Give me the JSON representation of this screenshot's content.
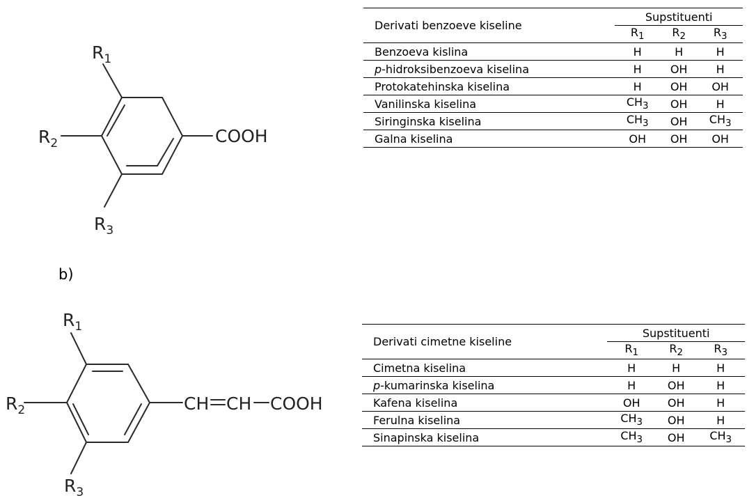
{
  "structure_a": {
    "r1": "R",
    "r1_sub": "1",
    "r2": "R",
    "r2_sub": "2",
    "r3": "R",
    "r3_sub": "3",
    "group": "COOH"
  },
  "structure_b": {
    "panel_label": "b)",
    "r1": "R",
    "r1_sub": "1",
    "r2": "R",
    "r2_sub": "2",
    "r3": "R",
    "r3_sub": "3",
    "group_ch1": "CH",
    "group_ch2": "CH",
    "group_acid": "COOH"
  },
  "table_a": {
    "header_name": "Derivati benzoeve kiseline",
    "header_group": "Supstituenti",
    "columns": [
      {
        "base": "R",
        "sub": "1"
      },
      {
        "base": "R",
        "sub": "2"
      },
      {
        "base": "R",
        "sub": "3"
      }
    ],
    "rows": [
      {
        "prefix": "",
        "name": "Benzoeva kislina",
        "values": [
          [
            "H",
            ""
          ],
          [
            "H",
            ""
          ],
          [
            "H",
            ""
          ]
        ]
      },
      {
        "prefix": "p",
        "name": "-hidroksibenzoeva kiselina",
        "values": [
          [
            "H",
            ""
          ],
          [
            "OH",
            ""
          ],
          [
            "H",
            ""
          ]
        ]
      },
      {
        "prefix": "",
        "name": "Protokatehinska kiselina",
        "values": [
          [
            "H",
            ""
          ],
          [
            "OH",
            ""
          ],
          [
            "OH",
            ""
          ]
        ]
      },
      {
        "prefix": "",
        "name": "Vanilinska kiselina",
        "values": [
          [
            "CH",
            "3"
          ],
          [
            "OH",
            ""
          ],
          [
            "H",
            ""
          ]
        ]
      },
      {
        "prefix": "",
        "name": "Siringinska kiselina",
        "values": [
          [
            "CH",
            "3"
          ],
          [
            "OH",
            ""
          ],
          [
            "CH",
            "3"
          ]
        ]
      },
      {
        "prefix": "",
        "name": "Galna kiselina",
        "values": [
          [
            "OH",
            ""
          ],
          [
            "OH",
            ""
          ],
          [
            "OH",
            ""
          ]
        ]
      }
    ]
  },
  "table_b": {
    "header_name": "Derivati cimetne kiseline",
    "header_group": "Supstituenti",
    "columns": [
      {
        "base": "R",
        "sub": "1"
      },
      {
        "base": "R",
        "sub": "2"
      },
      {
        "base": "R",
        "sub": "3"
      }
    ],
    "rows": [
      {
        "prefix": "",
        "name": "Cimetna kiselina",
        "values": [
          [
            "H",
            ""
          ],
          [
            "H",
            ""
          ],
          [
            "H",
            ""
          ]
        ]
      },
      {
        "prefix": "p",
        "name": "-kumarinska kiselina",
        "values": [
          [
            "H",
            ""
          ],
          [
            "OH",
            ""
          ],
          [
            "H",
            ""
          ]
        ]
      },
      {
        "prefix": "",
        "name": "Kafena kiselina",
        "values": [
          [
            "OH",
            ""
          ],
          [
            "OH",
            ""
          ],
          [
            "H",
            ""
          ]
        ]
      },
      {
        "prefix": "",
        "name": "Ferulna kiselina",
        "values": [
          [
            "CH",
            "3"
          ],
          [
            "OH",
            ""
          ],
          [
            "H",
            ""
          ]
        ]
      },
      {
        "prefix": "",
        "name": "Sinapinska kiselina",
        "values": [
          [
            "CH",
            "3"
          ],
          [
            "OH",
            ""
          ],
          [
            "CH",
            "3"
          ]
        ]
      }
    ]
  }
}
